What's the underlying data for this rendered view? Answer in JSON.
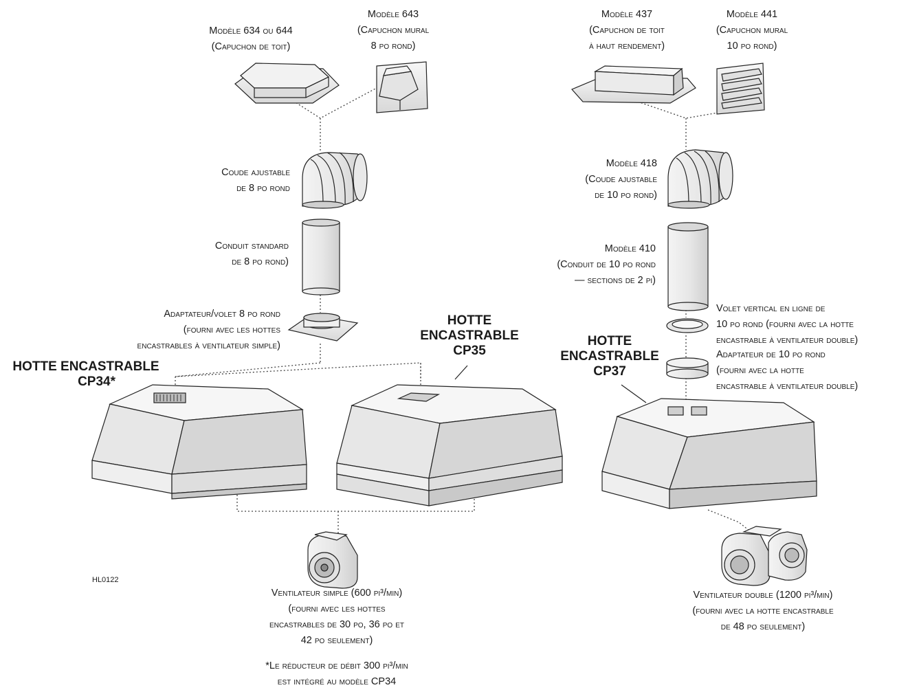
{
  "labels": {
    "roof_cap_634_644": [
      "Modèle 634 ou 644",
      "(Capuchon de toit)"
    ],
    "wall_cap_643": [
      "Modèle 643",
      "(Capuchon mural",
      "8 po rond)"
    ],
    "roof_cap_437": [
      "Modèle 437",
      "(Capuchon de toit",
      "à haut rendement)"
    ],
    "wall_cap_441": [
      "Modèle 441",
      "(Capuchon mural",
      "10 po rond)"
    ],
    "elbow_8": [
      "Coude ajustable",
      "de 8 po rond"
    ],
    "elbow_418": [
      "Modèle 418",
      "(Coude ajustable",
      "de 10 po rond)"
    ],
    "duct_8": [
      "Conduit standard",
      "de 8 po rond)"
    ],
    "duct_410": [
      "Modèle 410",
      "(Conduit de 10 po rond",
      "— sections de 2 pi)"
    ],
    "adapter_damper_8": [
      "Adaptateur/volet 8 po rond",
      "(fourni avec les hottes",
      "encastrables à ventilateur simple)"
    ],
    "vertical_damper_10": [
      "Volet vertical en ligne de",
      "10 po rond (fourni avec la hotte",
      "encastrable à ventilateur double)"
    ],
    "adapter_10": [
      "Adaptateur de 10 po rond",
      "(fourni avec la hotte",
      "encastrable à ventilateur double)"
    ],
    "single_blower": [
      "Ventilateur simple (600 pi³/min)",
      "(fourni avec les hottes",
      "encastrables de 30 po, 36 po et",
      "42 po seulement)"
    ],
    "dual_blower": [
      "Ventilateur double (1200 pi³/min)",
      "(fourni avec la hotte encastrable",
      "de 48 po seulement)"
    ],
    "footnote": [
      "*Le réducteur de débit 300 pi³/min",
      "est intégré au modèle CP34"
    ]
  },
  "hoods": {
    "cp34": [
      "HOTTE ENCASTRABLE",
      "CP34*"
    ],
    "cp35": [
      "HOTTE",
      "ENCASTRABLE",
      "CP35"
    ],
    "cp37": [
      "HOTTE",
      "ENCASTRABLE",
      "CP37"
    ]
  },
  "figure_code": "HL0122"
}
